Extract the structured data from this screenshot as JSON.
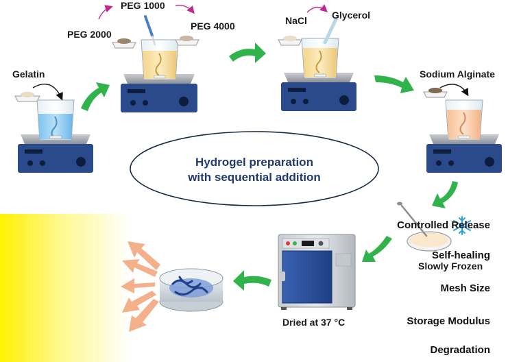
{
  "steps": {
    "gelatin": "Gelatin",
    "peg2000": "PEG 2000",
    "peg1000": "PEG 1000",
    "peg4000": "PEG 4000",
    "nacl": "NaCl",
    "glycerol": "Glycerol",
    "sodium_alginate": "Sodium Alginate",
    "slowly_frozen": "Slowly Frozen",
    "dried": "Dried at 37 °C"
  },
  "center": {
    "line1": "Hydrogel preparation",
    "line2": "with sequential addition"
  },
  "properties": [
    "Controlled Release",
    "Self-healing",
    "Mesh Size",
    "Storage Modulus",
    "Degradation"
  ],
  "colors": {
    "flow_arrow": "#2fb34a",
    "property_arrow": "#f4b08a",
    "title_text": "#1f3a6e",
    "stirrer_base": "#2a4a8c",
    "panel_gradient": "#fff200",
    "peg_arrow": "#c0288f"
  }
}
